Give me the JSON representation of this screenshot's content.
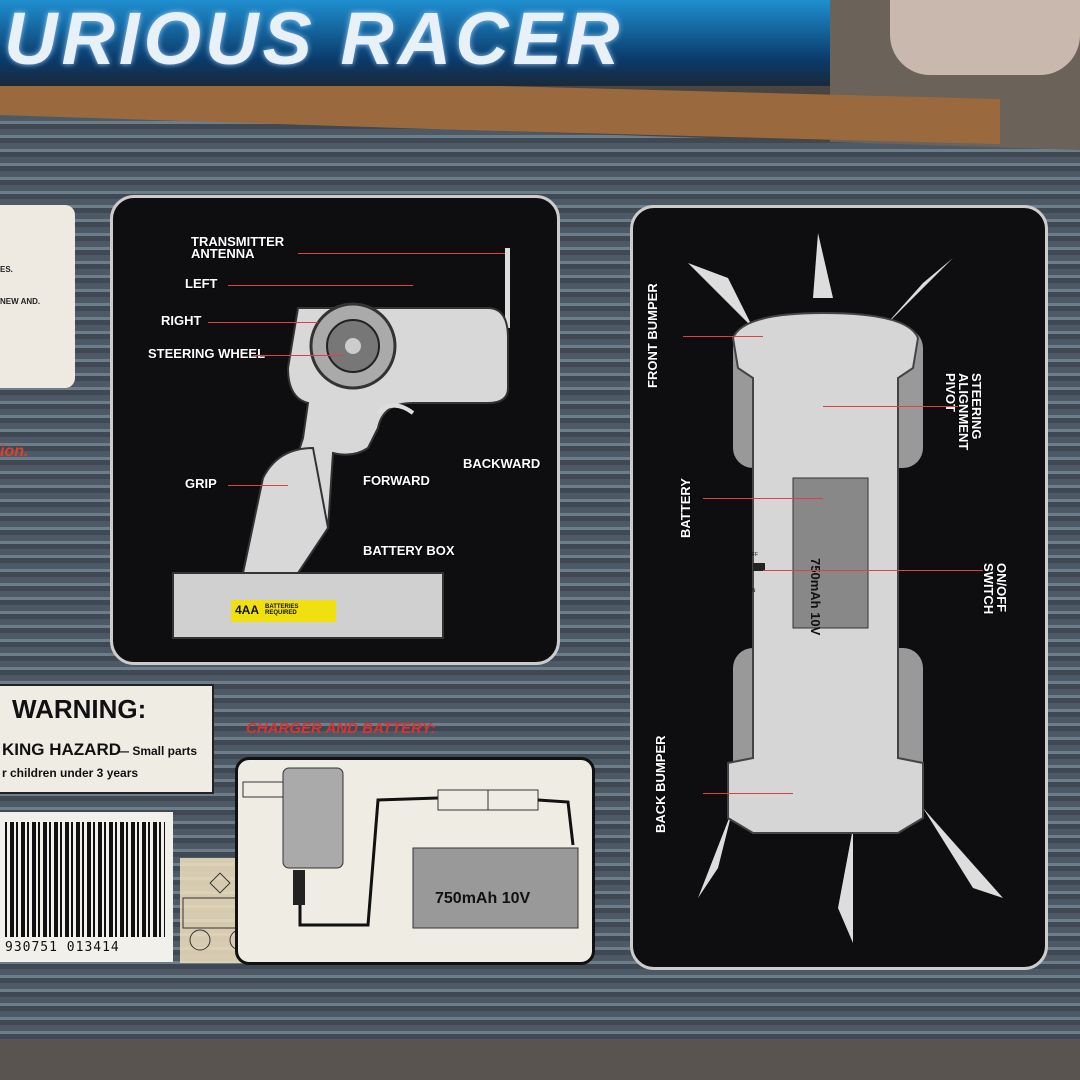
{
  "banner": {
    "title": "URIOUS RACER"
  },
  "info_card": {
    "lines": [
      "ES.",
      "NEW AND."
    ]
  },
  "red_text": "ion.",
  "transmitter": {
    "labels": {
      "antenna": "TRANSMITTER ANTENNA",
      "left": "LEFT",
      "right": "RIGHT",
      "steering": "STEERING WHEEL",
      "grip": "GRIP",
      "forward": "FORWARD",
      "backward": "BACKWARD",
      "battery_box": "BATTERY BOX"
    },
    "battery_badge": {
      "count": "4AA",
      "text": "BATTERIES REQUIRED"
    }
  },
  "car": {
    "labels": {
      "front_bumper": "FRONT BUMPER",
      "battery": "BATTERY",
      "back_bumper": "BACK BUMPER",
      "steering_pivot": "STEERING ALIGNMENT PIVOT",
      "switch": "ON/OFF SWITCH"
    },
    "battery_text": "750mAh 10V",
    "switch_on": "ON",
    "switch_off": "OFF"
  },
  "warning": {
    "title": "WARNING:",
    "line1": "KING HAZARD",
    "line1b": "— Small parts",
    "line2": "r children under 3 years"
  },
  "barcode": {
    "number": "930751 013414"
  },
  "charger": {
    "title": "CHARGER AND BATTERY:",
    "battery_text": "750mAh 10V"
  },
  "colors": {
    "label_line": "#e04040",
    "accent_red": "#e03030",
    "panel": "#0e0e10"
  }
}
